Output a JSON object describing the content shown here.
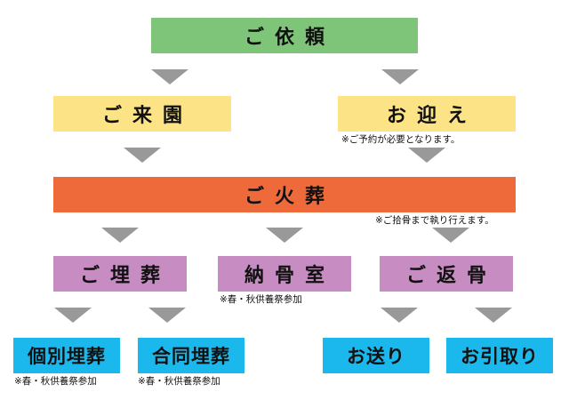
{
  "steps": {
    "request": "ご依頼",
    "visit": "ご来園",
    "pickup": "お迎え",
    "cremation": "ご火葬",
    "burial": "ご埋葬",
    "ossuary": "納骨室",
    "return_bones": "ご返骨",
    "individual_burial": "個別埋葬",
    "joint_burial": "合同埋葬",
    "delivery": "お送り",
    "collection": "お引取り"
  },
  "notes": {
    "reservation_required": "※ご予約が必要となります。",
    "bone_gathering": "※ご拾骨まで執り行えます。",
    "memorial_ossuary": "※春・秋供養祭参加",
    "memorial_individual": "※春・秋供養祭参加",
    "memorial_joint": "※春・秋供養祭参加"
  },
  "colors": {
    "green": "#7ec57a",
    "yellow": "#fce486",
    "orange": "#ee6a3b",
    "purple": "#c78dc2",
    "cyan": "#1ab8ec",
    "arrow": "#999999"
  }
}
